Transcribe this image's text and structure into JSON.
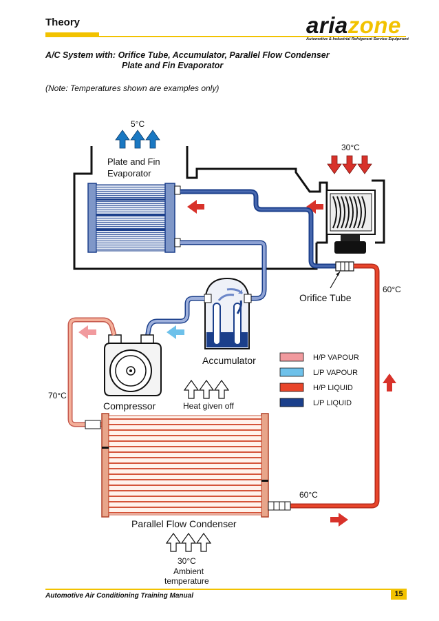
{
  "header": {
    "section_title": "Theory",
    "logo_part1": "aria",
    "logo_part2": "zone",
    "logo_tagline": "Automotive & Industrial Refrigerant Service Equipment"
  },
  "subtitle": {
    "line1": "A/C System with: Orifice Tube, Accumulator, Parallel Flow Condenser",
    "line2": "Plate and Fin Evaporator"
  },
  "note": "(Note: Temperatures shown are examples only)",
  "diagram": {
    "temp_evap_air": "5°C",
    "evaporator_label_1": "Plate and Fin",
    "evaporator_label_2": "Evaporator",
    "temp_engine_air": "30°C",
    "orifice_tube_label": "Orifice Tube",
    "temp_liquid_right": "60°C",
    "accumulator_label": "Accumulator",
    "compressor_label": "Compressor",
    "heat_label": "Heat given off",
    "temp_hp_vapour": "70°C",
    "temp_liquid_bottom": "60°C",
    "condenser_label": "Parallel Flow Condenser",
    "temp_ambient": "30°C",
    "ambient_label_1": "Ambient",
    "ambient_label_2": "temperature"
  },
  "legend": [
    {
      "label": "H/P VAPOUR",
      "color": "#f19a9e"
    },
    {
      "label": "L/P VAPOUR",
      "color": "#6ec1ea"
    },
    {
      "label": "H/P LIQUID",
      "color": "#e8452a"
    },
    {
      "label": "L/P LIQUID",
      "color": "#1b3f8b"
    }
  ],
  "colors": {
    "hp_vapour": "#f19a9e",
    "lp_vapour": "#6ec1ea",
    "hp_liquid": "#e8452a",
    "lp_liquid": "#1b3f8b",
    "accent_yellow": "#f2c200"
  },
  "footer": {
    "manual_title": "Automotive Air Conditioning Training Manual",
    "page_number": "15"
  }
}
